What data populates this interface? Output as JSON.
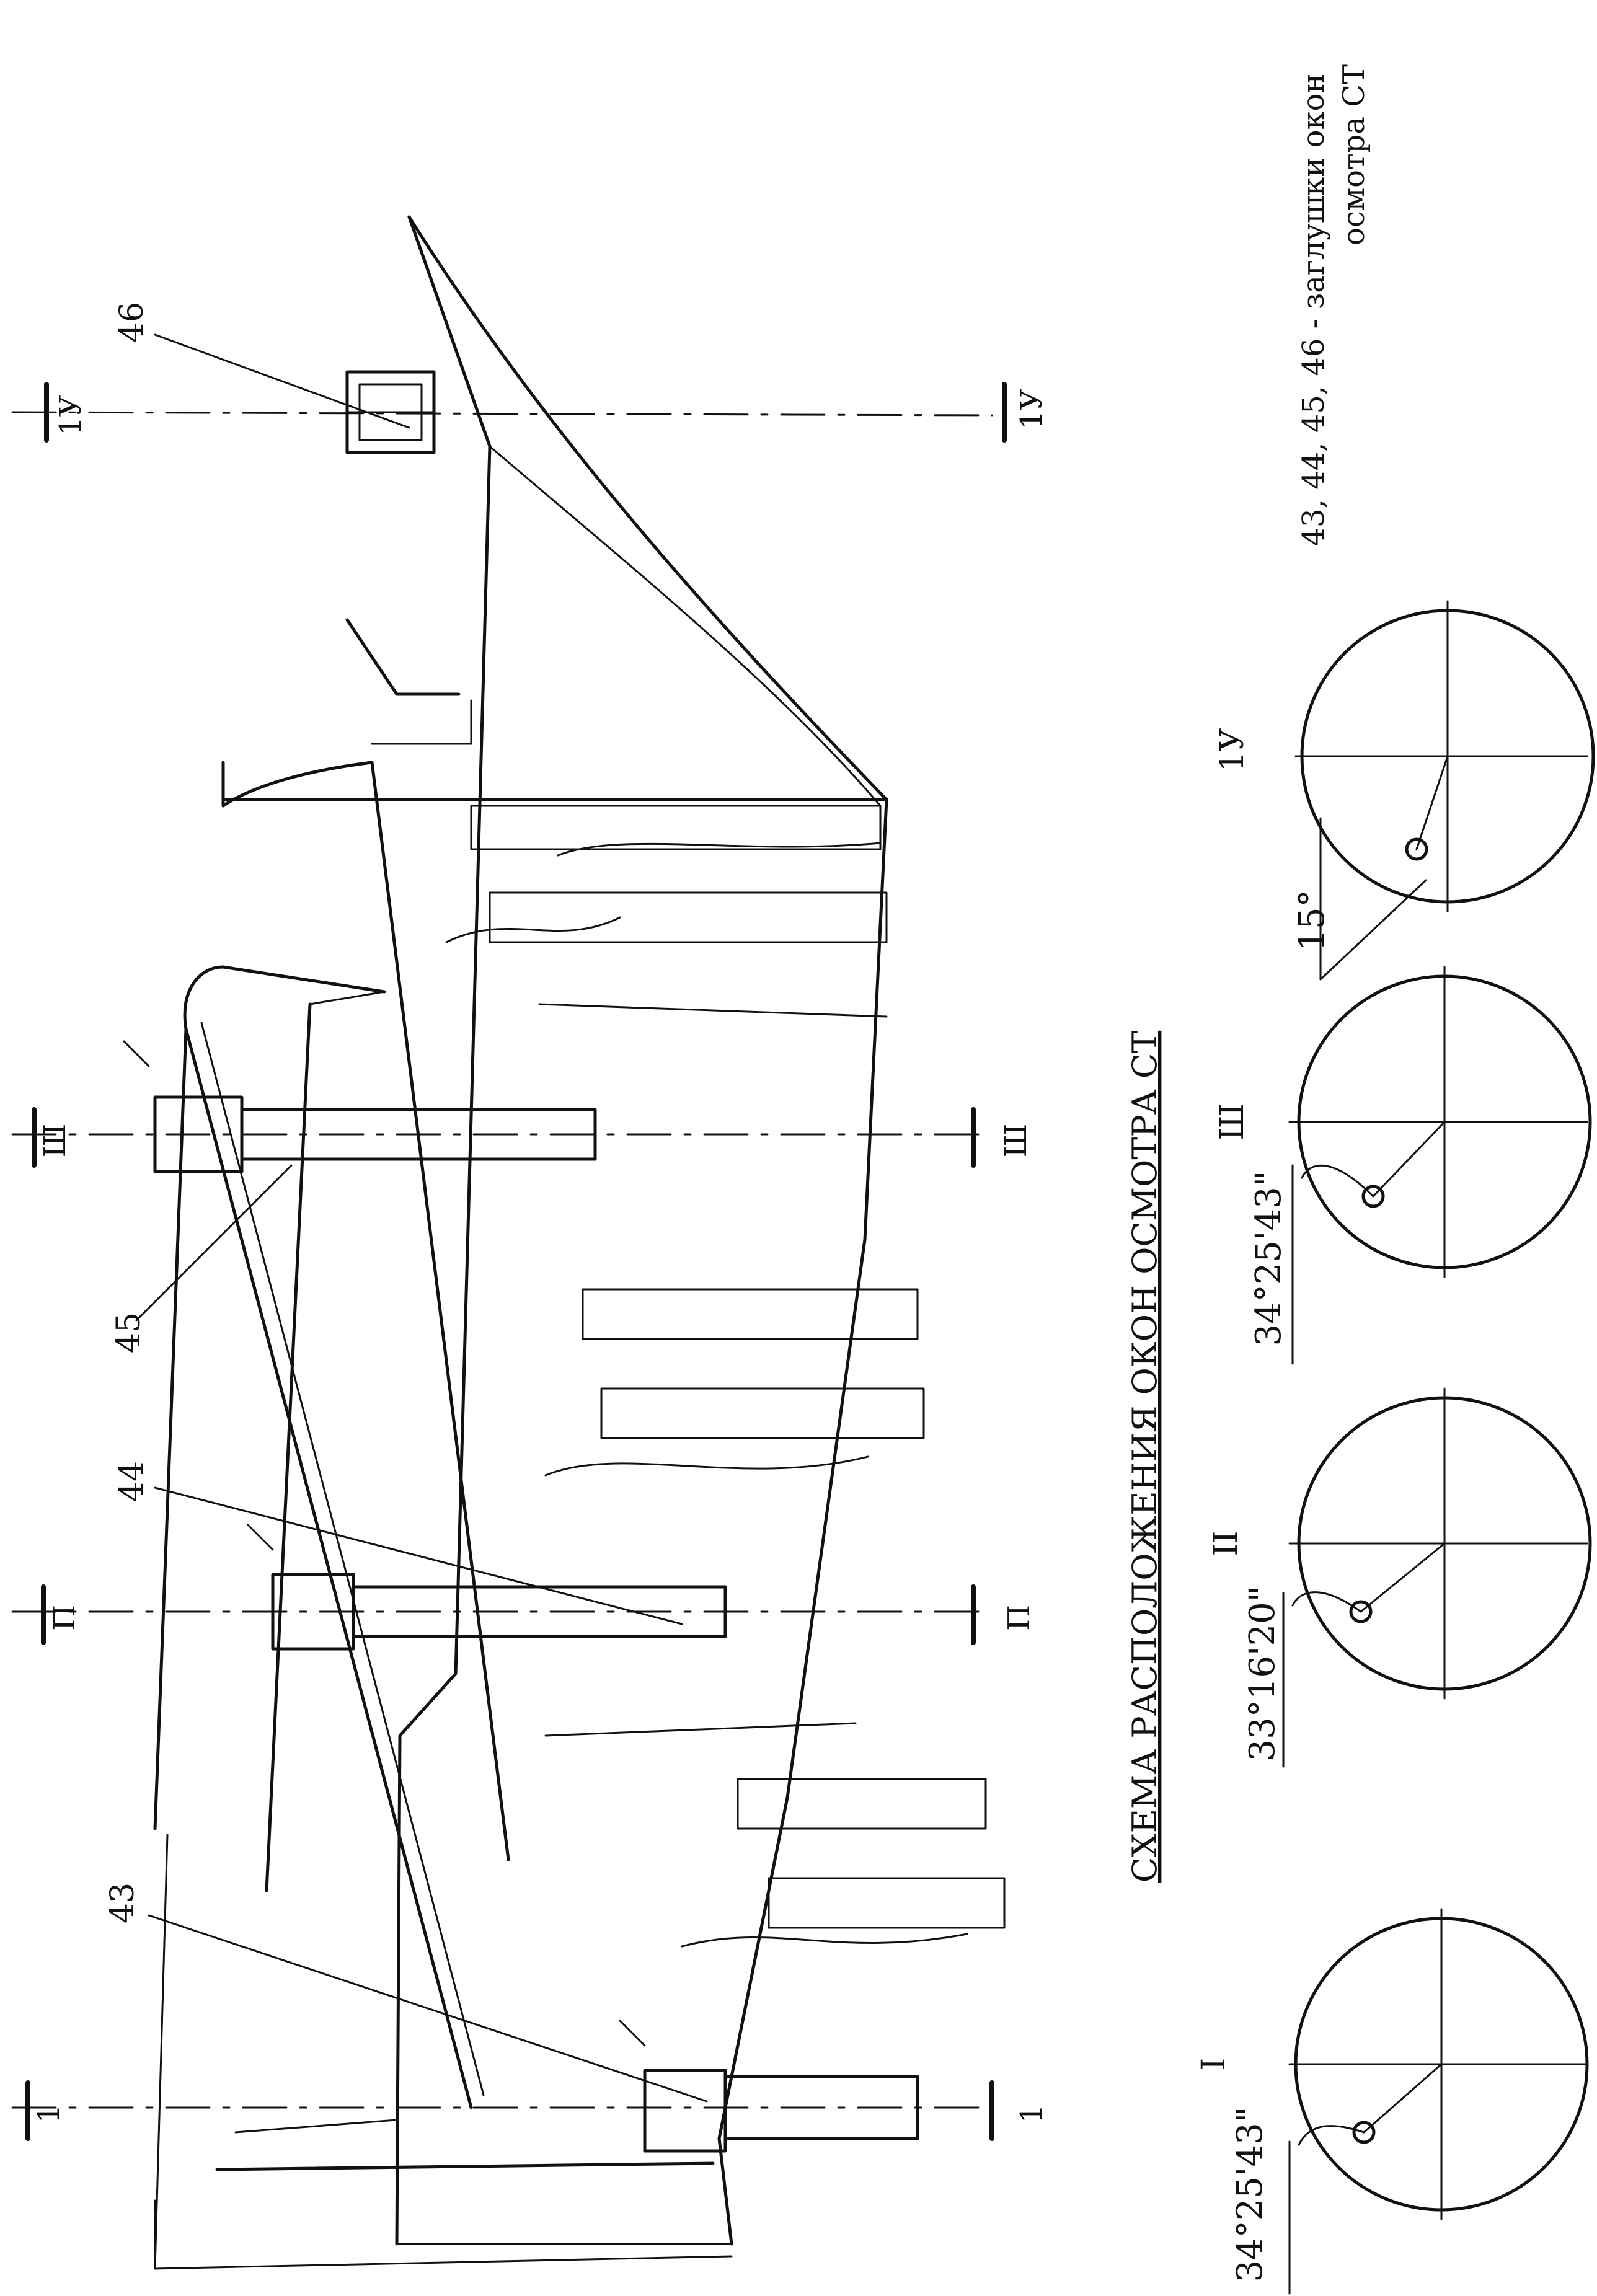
{
  "drawing": {
    "caption": "СХЕМА  РАСПОЛОЖЕНИЯ  ОКОН  ОСМОТРА  СТ",
    "legend_line1": "43, 44, 45, 46 - заглушки окон",
    "legend_line2": "осмотра СТ"
  },
  "callouts": [
    "43",
    "44",
    "45",
    "46"
  ],
  "sections": [
    {
      "top": "1",
      "bottom": "1"
    },
    {
      "top": "П",
      "bottom": "П"
    },
    {
      "top": "Ш",
      "bottom": "Ш"
    },
    {
      "top": "1У",
      "bottom": "1У"
    }
  ],
  "schemes": [
    {
      "label": "I",
      "angle": "34°25'43\""
    },
    {
      "label": "II",
      "angle": "33°16'20\""
    },
    {
      "label": "Ш",
      "angle": "34°25'43\""
    },
    {
      "label": "1У",
      "angle": "15°"
    }
  ]
}
